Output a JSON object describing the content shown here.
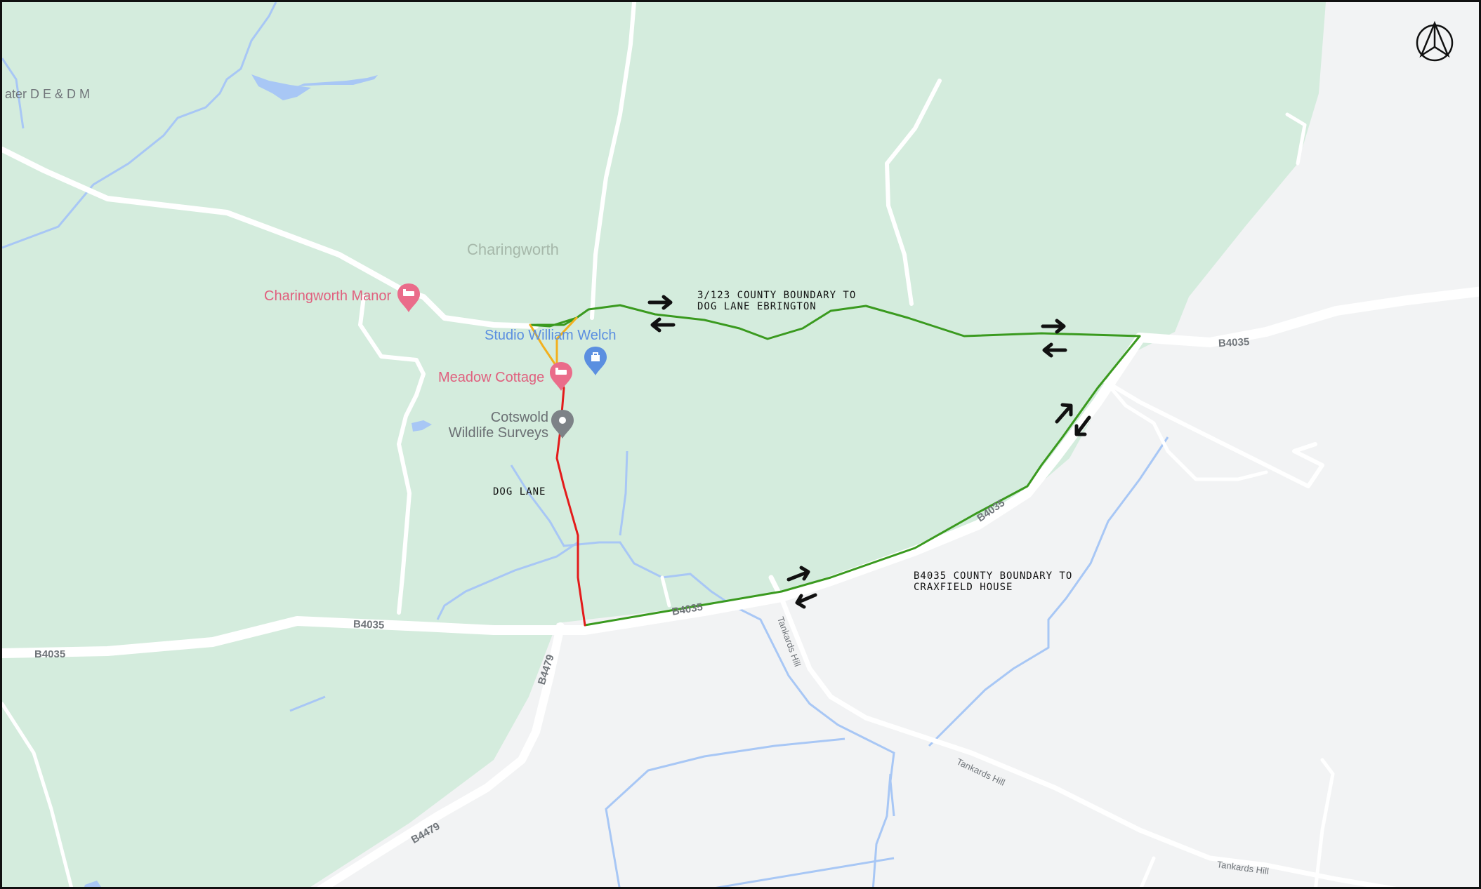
{
  "map": {
    "place_labels": {
      "charingworth": "Charingworth",
      "cut_label": "ater D E & D M"
    },
    "poi": {
      "charingworth_manor": "Charingworth Manor",
      "studio_william_welch": "Studio William Welch",
      "meadow_cottage": "Meadow Cottage",
      "cotswold_wildlife_line1": "Cotswold",
      "cotswold_wildlife_line2": "Wildlife Surveys"
    },
    "annotations": {
      "route_north_line1": "3/123 COUNTY BOUNDARY TO",
      "route_north_line2": "DOG LANE EBRINGTON",
      "route_south_line1": "B4035 COUNTY BOUNDARY TO",
      "route_south_line2": "CRAXFIELD HOUSE",
      "dog_lane": "DOG LANE"
    },
    "road_labels": {
      "b4035_east": "B4035",
      "b4035_west_a": "B4035",
      "b4035_west_b": "B4035",
      "b4035_mid": "B4035",
      "b4035_diag": "B4035",
      "b4479_north": "B4479",
      "b4479_south": "B4479",
      "tankards_hill_a": "Tankards Hill",
      "tankards_hill_b": "Tankards Hill",
      "tankards_hill_c": "Tankards Hill"
    },
    "icons": {
      "north_arrow": "north-arrow-icon",
      "hotel_pin": "hotel-pin-icon",
      "shop_pin": "shopping-bag-pin-icon",
      "location_pin": "location-pin-icon",
      "direction_arrows": "direction-arrow-icon"
    },
    "colors": {
      "green_area": "#d4ecdd",
      "land": "#f2f3f4",
      "road": "#ffffff",
      "water": "#a8c7f5",
      "route_green": "#3a9a1f",
      "route_red": "#e31b1b",
      "route_orange": "#f2b01e",
      "pin_pink": "#ea6c8a",
      "pin_blue": "#5b8fe0",
      "pin_gray": "#7d8287"
    }
  }
}
